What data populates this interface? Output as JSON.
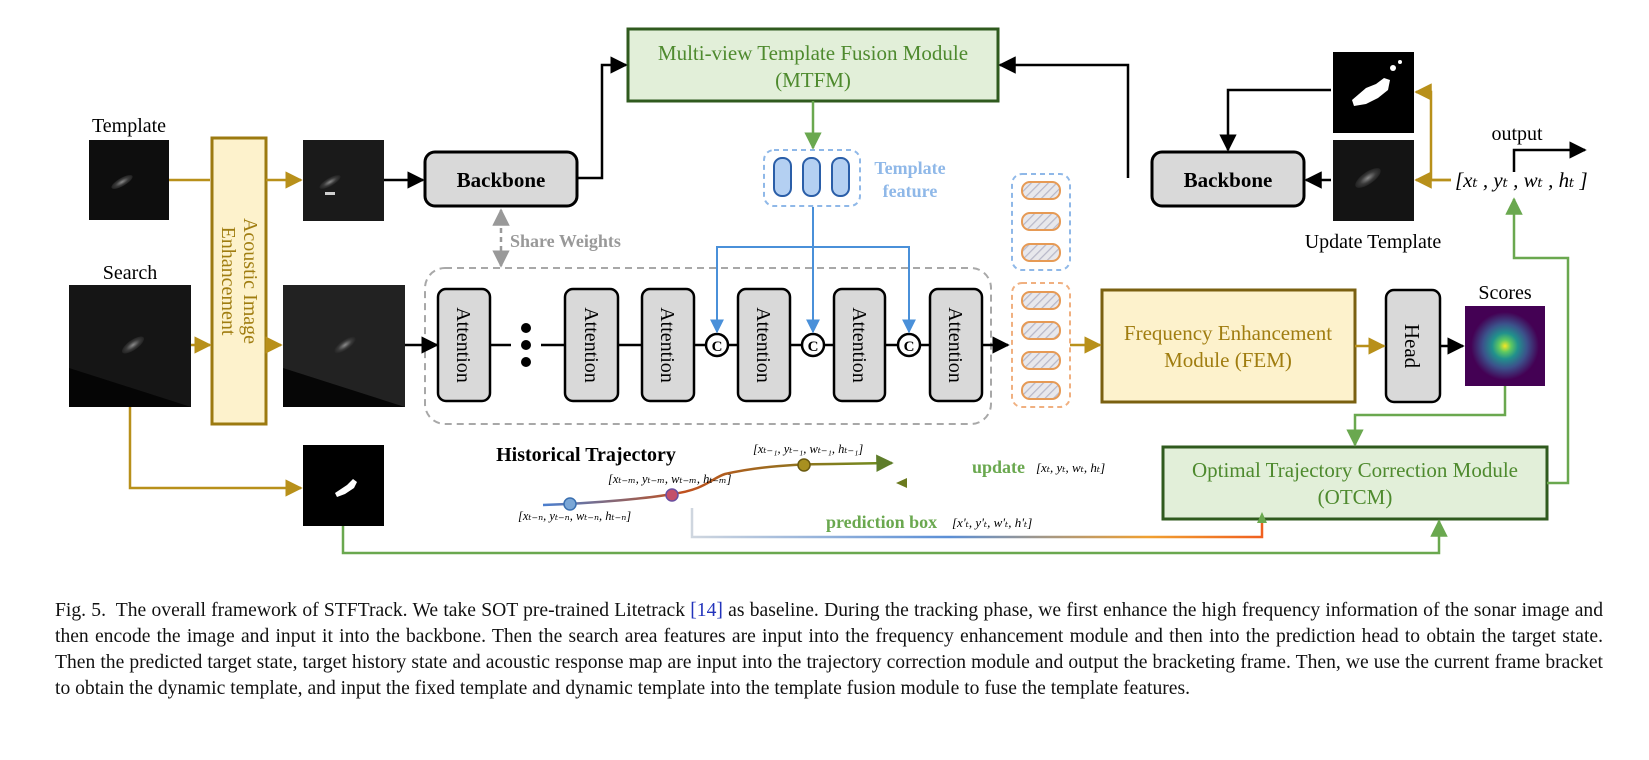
{
  "labels": {
    "template": "Template",
    "search": "Search",
    "acoustic_line1": "Acoustic Image",
    "acoustic_line2": "Enhancement",
    "backbone_left": "Backbone",
    "backbone_right": "Backbone",
    "share_weights": "Share Weights",
    "mtfm_line1": "Multi-view Template Fusion Module",
    "mtfm_line2": "(MTFM)",
    "template_feature_line1": "Template",
    "template_feature_line2": "feature",
    "attention": "Attention",
    "concat": "C",
    "fem_line1": "Frequency Enhancement",
    "fem_line2": "Module (FEM)",
    "head": "Head",
    "scores": "Scores",
    "output": "output",
    "update_template": "Update Template",
    "otcm_line1": "Optimal Trajectory Correction Module",
    "otcm_line2": "(OTCM)",
    "historical_trajectory": "Historical Trajectory",
    "update": "update",
    "prediction_box": "prediction box"
  },
  "math": {
    "output_state": "[xₜ , yₜ , wₜ , hₜ ]",
    "update_state": "[xₜ, yₜ, wₜ, hₜ]",
    "prediction_state": "[x'ₜ, y'ₜ, w'ₜ, h'ₜ]",
    "traj_prev": "[xₜ₋₁, yₜ₋₁, wₜ₋₁, hₜ₋₁]",
    "traj_m": "[xₜ₋ₘ, yₜ₋ₘ, wₜ₋ₘ, hₜ₋ₘ]",
    "traj_n": "[xₜ₋ₙ, yₜ₋ₙ, wₜ₋ₙ, hₜ₋ₙ]"
  },
  "caption": {
    "prefix": "Fig. 5. The overall framework of STFTrack. We take SOT pre-trained Litetrack ",
    "ref": "[14]",
    "suffix": " as baseline. During the tracking phase, we first enhance the high frequency information of the sonar image and then encode the image and input it into the backbone. Then the search area features are input into the frequency enhancement module and then into the prediction head to obtain the target state. Then the predicted target state, target history state and acoustic response map are input into the trajectory correction module and output the bracketing frame. Then, we use the current frame bracket to obtain the dynamic template, and input the fixed template and dynamic template into the template fusion module to fuse the template features."
  },
  "colors": {
    "gold": "#b8901a",
    "green": "#6aa84f",
    "blue": "#4a90d9",
    "orange": "#e69a55",
    "gray_box": "#d9d9d9",
    "fem_fill": "#fdf2cc",
    "mtfm_fill": "#e2efd9",
    "link": "#2233bb"
  }
}
